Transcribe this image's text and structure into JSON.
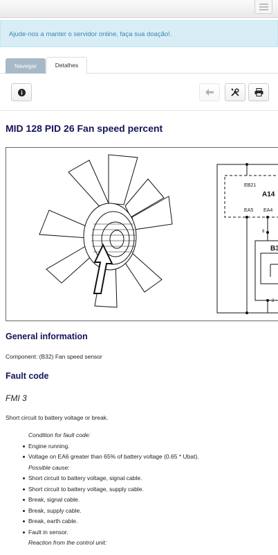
{
  "header": {
    "menu_icon": "hamburger-menu-icon"
  },
  "alert": {
    "text": "Ajude-nos a manter o servidor online, faça sua doação!."
  },
  "tabs": [
    {
      "label": "Navegar"
    },
    {
      "label": "Detalhes"
    }
  ],
  "toolbar": {
    "info_icon": "info-icon",
    "back_icon": "arrow-left-icon",
    "tools_icon": "tools-icon",
    "print_icon": "printer-icon"
  },
  "page": {
    "title": "MID 128 PID 26 Fan speed percent"
  },
  "figure": {
    "labels": {
      "eb21": "EB21",
      "a14": "A14",
      "ea5": "EA5",
      "ea4": "EA4",
      "pin8": "8",
      "b3": "B3",
      "pin2": "2"
    }
  },
  "general": {
    "heading": "General information",
    "component": "Component: (B32) Fan speed sensor"
  },
  "fault": {
    "heading": "Fault code",
    "fmi": "FMI 3",
    "description": "Short circuit to battery voltage or break.",
    "items": [
      {
        "type": "caption",
        "text": "Condition for fault code:"
      },
      {
        "type": "bullet",
        "text": "Engine running."
      },
      {
        "type": "bullet",
        "text": "Voltage on EA6 greater than 65% of battery voltage (0.65 * Ubat)."
      },
      {
        "type": "caption",
        "text": "Possible cause:"
      },
      {
        "type": "bullet",
        "text": "Short circuit to battery voltage, signal cable."
      },
      {
        "type": "bullet",
        "text": "Short circuit to battery voltage, supply cable."
      },
      {
        "type": "bullet",
        "text": "Break, signal cable."
      },
      {
        "type": "bullet",
        "text": "Break, supply cable."
      },
      {
        "type": "bullet",
        "text": "Break, earth cable."
      },
      {
        "type": "bullet",
        "text": "Fault in sensor."
      },
      {
        "type": "caption",
        "text": "Reaction from the control unit:"
      }
    ]
  }
}
